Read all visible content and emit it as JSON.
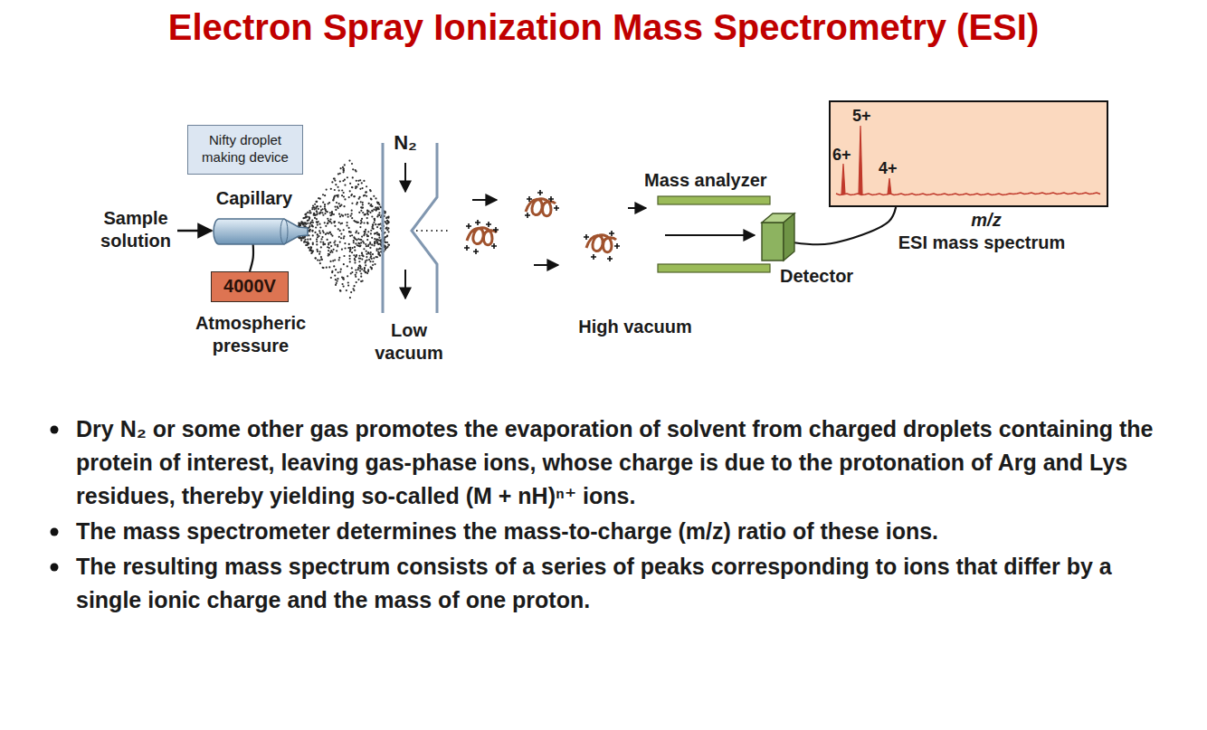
{
  "diagram": {
    "title": "Electron Spray Ionization Mass Spectrometry (ESI)",
    "nodes": [
      {
        "text": [
          "Nifty droplet making device"
        ]
      },
      {
        "text": [
          "Capillary"
        ]
      },
      {
        "text": [
          "4000V"
        ]
      },
      {
        "text": [
          "Mass analyzer"
        ]
      },
      {
        "text": [
          "Detector"
        ]
      },
      {
        "text": [
          "5+",
          "6+",
          "4+"
        ]
      }
    ],
    "edges": [
      {
        "from": 1,
        "to": 2,
        "arrow": "none"
      },
      {
        "from": 4,
        "to": 5,
        "arrow": "none"
      }
    ],
    "labels": [
      "Sample solution",
      "Atmospheric pressure",
      "N₂",
      "Low vacuum",
      "High vacuum",
      "m/z",
      "ESI mass spectrum",
      "Dry N₂ or some other gas promotes the evaporation of solvent from charged droplets containing the protein of interest, leaving gas-phase ions, whose charge is due to the protonation of Arg and Lys residues, thereby yielding so-called (M + nH)ⁿ⁺ ions.",
      "The mass spectrometer determines the mass-to-charge (m/z) ratio of these ions.",
      "The resulting mass spectrum consists of a series of peaks corresponding to ions that differ by a single ionic charge and the mass of one proton."
    ]
  }
}
